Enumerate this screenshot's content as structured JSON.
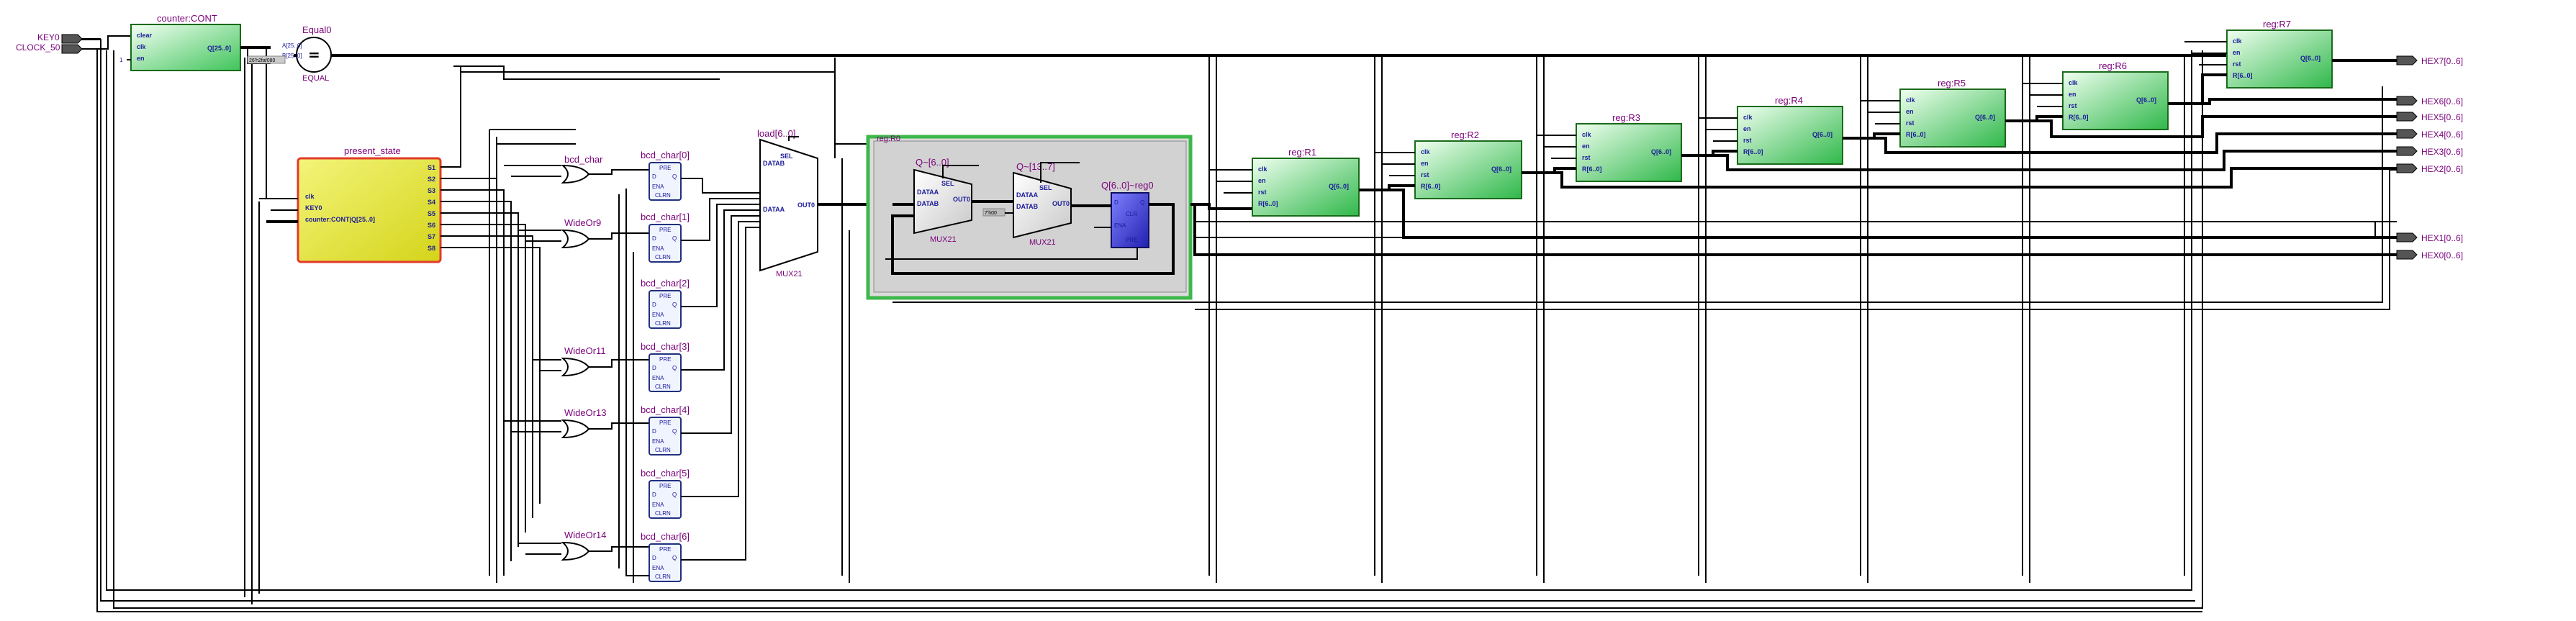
{
  "inputs": [
    "KEY0",
    "CLOCK_50"
  ],
  "outputs": [
    "HEX7[0..6]",
    "HEX6[0..6]",
    "HEX5[0..6]",
    "HEX4[0..6]",
    "HEX3[0..6]",
    "HEX2[0..6]",
    "HEX1[0..6]",
    "HEX0[0..6]"
  ],
  "counter": {
    "title": "counter:CONT",
    "ports_in": [
      "clear",
      "clk",
      "en"
    ],
    "port_out": "Q[25..0]",
    "const_in": "1"
  },
  "equal": {
    "title": "Equal0",
    "symbol": "=",
    "caption": "EQUAL",
    "a": "A[25..0]",
    "b": "B[25..0]",
    "const": "26'h2faf080"
  },
  "state": {
    "title": "present_state",
    "ports_in": [
      "clk",
      "KEY0",
      "counter:CONT|Q[25..0]"
    ],
    "ports_out": [
      "S1",
      "S2",
      "S3",
      "S4",
      "S5",
      "S6",
      "S7",
      "S8"
    ]
  },
  "gates": [
    "bcd_char",
    "WideOr9",
    "WideOr11",
    "WideOr13",
    "WideOr14"
  ],
  "dffs": {
    "titles": [
      "bcd_char[0]",
      "bcd_char[1]",
      "bcd_char[2]",
      "bcd_char[3]",
      "bcd_char[4]",
      "bcd_char[5]",
      "bcd_char[6]"
    ],
    "pins": [
      "PRE",
      "D",
      "Q",
      "ENA",
      "CLRN"
    ]
  },
  "mux_main": {
    "title": "load[6..0]",
    "caption": "MUX21",
    "pins": [
      "SEL",
      "DATAB",
      "DATAA",
      "OUT0"
    ]
  },
  "regR0": {
    "title": "reg:R0",
    "q_label": "Q~[6..0]",
    "q2_label": "Q~[13..7]",
    "mux_caption": "MUX21",
    "mux_pins": [
      "SEL",
      "DATAA",
      "DATAB",
      "OUT0"
    ],
    "reg_title": "Q[6..0]~reg0",
    "reg_pins": [
      "D",
      "Q",
      "CLR",
      "ENA",
      "PRE"
    ],
    "const": "7'h00"
  },
  "regs": [
    {
      "title": "reg:R1",
      "ports": [
        "clk",
        "en",
        "rst",
        "R[6..0]"
      ],
      "out": "Q[6..0]"
    },
    {
      "title": "reg:R2",
      "ports": [
        "clk",
        "en",
        "rst",
        "R[6..0]"
      ],
      "out": "Q[6..0]"
    },
    {
      "title": "reg:R3",
      "ports": [
        "clk",
        "en",
        "rst",
        "R[6..0]"
      ],
      "out": "Q[6..0]"
    },
    {
      "title": "reg:R4",
      "ports": [
        "clk",
        "en",
        "rst",
        "R[6..0]"
      ],
      "out": "Q[6..0]"
    },
    {
      "title": "reg:R5",
      "ports": [
        "clk",
        "en",
        "rst",
        "R[6..0]"
      ],
      "out": "Q[6..0]"
    },
    {
      "title": "reg:R6",
      "ports": [
        "clk",
        "en",
        "rst",
        "R[6..0]"
      ],
      "out": "Q[6..0]"
    },
    {
      "title": "reg:R7",
      "ports": [
        "clk",
        "en",
        "rst",
        "R[6..0]"
      ],
      "out": "Q[6..0]"
    }
  ],
  "colors": {
    "wire": "#000000",
    "label": "#7a007a",
    "port": "#1a1a9a",
    "reg_fill_start": "#e8fbe8",
    "reg_fill_end": "#2fb84a",
    "state_fill": "#e4e43a",
    "state_border": "#e23a2a",
    "dff_fill": "#f0f4ff",
    "reg0_fill": "#3030c8",
    "group_border": "#3db84a",
    "group_fill": "#dcdcdc"
  }
}
